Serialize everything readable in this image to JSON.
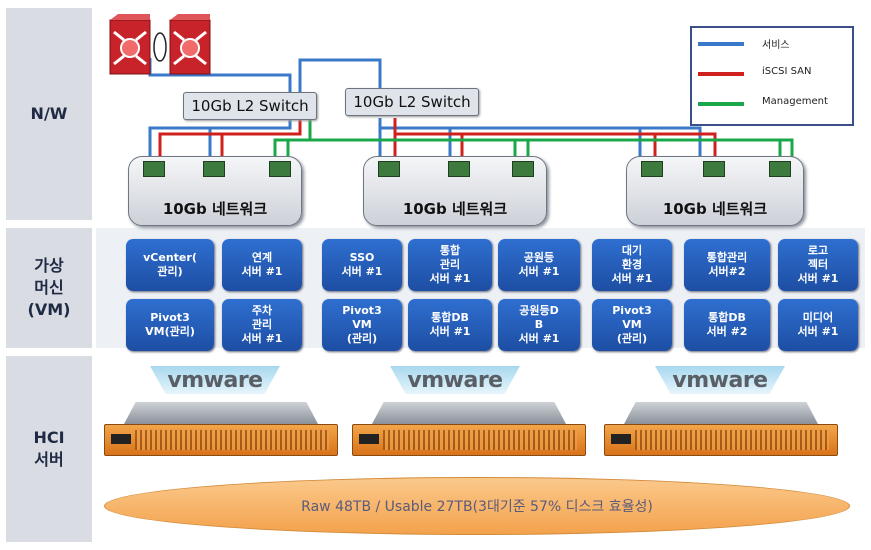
{
  "row_labels": {
    "nw": "N/W",
    "vm": "가상\n머신\n(VM)",
    "hci": "HCI\n서버"
  },
  "switches": [
    "10Gb L2 Switch",
    "10Gb L2 Switch"
  ],
  "network_boxes": [
    "10Gb 네트워크",
    "10Gb 네트워크",
    "10Gb 네트워크"
  ],
  "legend": [
    {
      "label": "서비스",
      "color": "#3a78c9"
    },
    {
      "label": "iSCSI SAN",
      "color": "#d0201e"
    },
    {
      "label": "Management",
      "color": "#18a84a"
    }
  ],
  "vms": [
    "vCenter(\n관리)",
    "연계\n서버 #1",
    "Pivot3\nVM(관리)",
    "주차\n관리\n서버 #1",
    "SSO\n서버 #1",
    "통합\n관리\n서버 #1",
    "공원등\n서버 #1",
    "Pivot3\nVM\n(관리)",
    "통합DB\n서버 #1",
    "공원등D\nB\n서버 #1",
    "대기\n환경\n서버 #1",
    "통합관리\n서버#2",
    "로고\n젝터\n서버 #1",
    "Pivot3\nVM\n(관리)",
    "통합DB\n서버 #2",
    "미디어\n서버 #1"
  ],
  "vmware_label": "vmware",
  "storage_text": "Raw 48TB / Usable 27TB(3대기준 57% 디스크 효율성)"
}
